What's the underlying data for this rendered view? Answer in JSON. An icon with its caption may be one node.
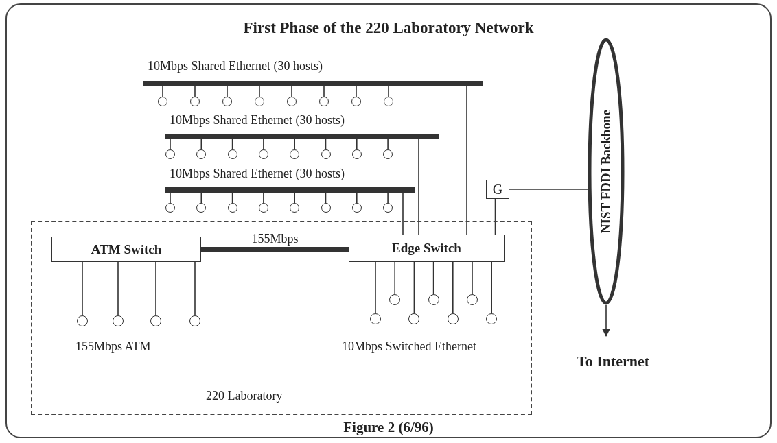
{
  "diagram": {
    "title": "First Phase of the 220 Laboratory Network",
    "caption": "Figure 2 (6/96)",
    "nodes": [
      {
        "text": [
          "220 Laboratory"
        ]
      },
      {
        "text": [
          "10Mbps Shared Ethernet (30 hosts)"
        ]
      },
      {
        "text": [
          "10Mbps Shared Ethernet (30 hosts)"
        ]
      },
      {
        "text": [
          "10Mbps Shared Ethernet (30 hosts)"
        ]
      },
      {
        "text": [],
        "shape": "circle"
      },
      {
        "text": [],
        "shape": "circle"
      },
      {
        "text": [],
        "shape": "circle"
      },
      {
        "text": [],
        "shape": "circle"
      },
      {
        "text": [],
        "shape": "circle"
      },
      {
        "text": [],
        "shape": "circle"
      },
      {
        "text": [],
        "shape": "circle"
      },
      {
        "text": [],
        "shape": "circle"
      },
      {
        "text": [],
        "shape": "circle"
      },
      {
        "text": [],
        "shape": "circle"
      },
      {
        "text": [],
        "shape": "circle"
      },
      {
        "text": [],
        "shape": "circle"
      },
      {
        "text": [],
        "shape": "circle"
      },
      {
        "text": [],
        "shape": "circle"
      },
      {
        "text": [],
        "shape": "circle"
      },
      {
        "text": [],
        "shape": "circle"
      },
      {
        "text": [],
        "shape": "circle"
      },
      {
        "text": [],
        "shape": "circle"
      },
      {
        "text": [],
        "shape": "circle"
      },
      {
        "text": [],
        "shape": "circle"
      },
      {
        "text": [],
        "shape": "circle"
      },
      {
        "text": [],
        "shape": "circle"
      },
      {
        "text": [],
        "shape": "circle"
      },
      {
        "text": [],
        "shape": "circle"
      },
      {
        "text": [
          "ATM Switch"
        ],
        "in": 0
      },
      {
        "text": [
          "Edge Switch"
        ],
        "in": 0
      },
      {
        "text": [],
        "shape": "circle",
        "in": 0
      },
      {
        "text": [],
        "shape": "circle",
        "in": 0
      },
      {
        "text": [],
        "shape": "circle",
        "in": 0
      },
      {
        "text": [],
        "shape": "circle",
        "in": 0
      },
      {
        "text": [],
        "shape": "circle",
        "in": 0
      },
      {
        "text": [],
        "shape": "circle",
        "in": 0
      },
      {
        "text": [],
        "shape": "circle",
        "in": 0
      },
      {
        "text": [],
        "shape": "circle",
        "in": 0
      },
      {
        "text": [],
        "shape": "circle",
        "in": 0
      },
      {
        "text": [],
        "shape": "circle",
        "in": 0
      },
      {
        "text": [],
        "shape": "circle",
        "in": 0
      },
      {
        "text": [
          "G"
        ]
      },
      {
        "text": [
          "NIST FDDI Backbone"
        ]
      },
      {
        "text": [
          "To Internet"
        ]
      }
    ],
    "edges": [
      {
        "from": 1,
        "to": 4,
        "arrow": "none"
      },
      {
        "from": 1,
        "to": 5,
        "arrow": "none"
      },
      {
        "from": 1,
        "to": 6,
        "arrow": "none"
      },
      {
        "from": 1,
        "to": 7,
        "arrow": "none"
      },
      {
        "from": 1,
        "to": 8,
        "arrow": "none"
      },
      {
        "from": 1,
        "to": 9,
        "arrow": "none"
      },
      {
        "from": 1,
        "to": 10,
        "arrow": "none"
      },
      {
        "from": 1,
        "to": 11,
        "arrow": "none"
      },
      {
        "from": 2,
        "to": 12,
        "arrow": "none"
      },
      {
        "from": 2,
        "to": 13,
        "arrow": "none"
      },
      {
        "from": 2,
        "to": 14,
        "arrow": "none"
      },
      {
        "from": 2,
        "to": 15,
        "arrow": "none"
      },
      {
        "from": 2,
        "to": 16,
        "arrow": "none"
      },
      {
        "from": 2,
        "to": 17,
        "arrow": "none"
      },
      {
        "from": 2,
        "to": 18,
        "arrow": "none"
      },
      {
        "from": 2,
        "to": 19,
        "arrow": "none"
      },
      {
        "from": 3,
        "to": 20,
        "arrow": "none"
      },
      {
        "from": 3,
        "to": 21,
        "arrow": "none"
      },
      {
        "from": 3,
        "to": 22,
        "arrow": "none"
      },
      {
        "from": 3,
        "to": 23,
        "arrow": "none"
      },
      {
        "from": 3,
        "to": 24,
        "arrow": "none"
      },
      {
        "from": 3,
        "to": 25,
        "arrow": "none"
      },
      {
        "from": 3,
        "to": 26,
        "arrow": "none"
      },
      {
        "from": 3,
        "to": 27,
        "arrow": "none"
      },
      {
        "from": 28,
        "to": 29,
        "arrow": "none",
        "label": "155Mbps",
        "style": "thick"
      },
      {
        "from": 28,
        "to": 30,
        "arrow": "none"
      },
      {
        "from": 28,
        "to": 31,
        "arrow": "none"
      },
      {
        "from": 28,
        "to": 32,
        "arrow": "none"
      },
      {
        "from": 28,
        "to": 33,
        "arrow": "none"
      },
      {
        "from": 29,
        "to": 34,
        "arrow": "none"
      },
      {
        "from": 29,
        "to": 35,
        "arrow": "none"
      },
      {
        "from": 29,
        "to": 36,
        "arrow": "none"
      },
      {
        "from": 29,
        "to": 37,
        "arrow": "none"
      },
      {
        "from": 29,
        "to": 38,
        "arrow": "none"
      },
      {
        "from": 29,
        "to": 39,
        "arrow": "none"
      },
      {
        "from": 29,
        "to": 40,
        "arrow": "none"
      },
      {
        "from": 1,
        "to": 29,
        "arrow": "none"
      },
      {
        "from": 2,
        "to": 29,
        "arrow": "none"
      },
      {
        "from": 3,
        "to": 29,
        "arrow": "none"
      },
      {
        "from": 41,
        "to": 29,
        "arrow": "none"
      },
      {
        "from": 41,
        "to": 42,
        "arrow": "none"
      },
      {
        "from": 42,
        "to": 43,
        "arrow": "to"
      }
    ],
    "labels": [
      "155Mbps ATM",
      "10Mbps Switched Ethernet"
    ]
  }
}
